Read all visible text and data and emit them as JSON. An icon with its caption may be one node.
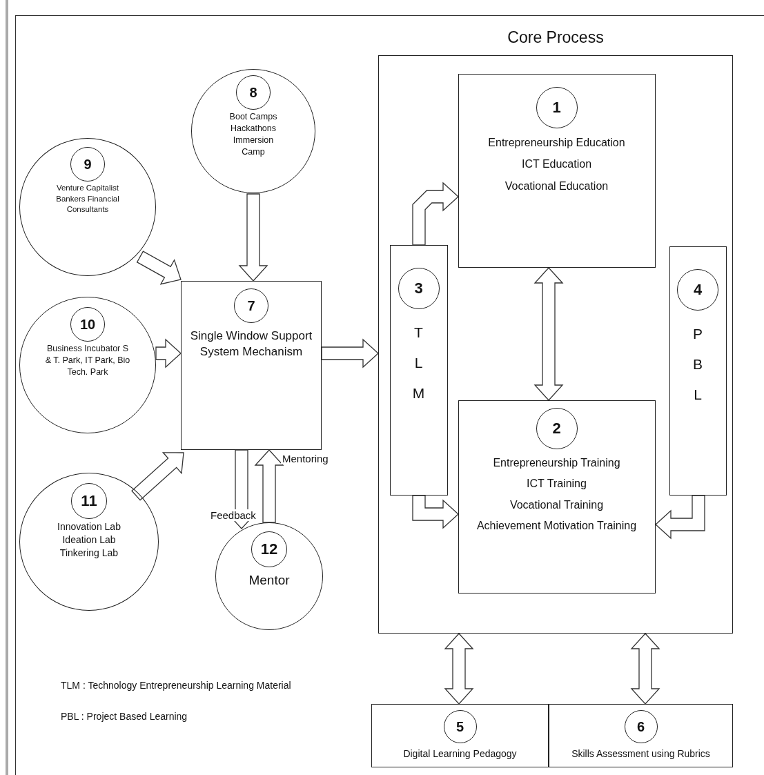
{
  "diagram": {
    "nodes": [
      {
        "text": [
          "Core Process"
        ]
      },
      {
        "text": [
          "1",
          "Entrepreneurship Education",
          "ICT Education",
          "Vocational Education"
        ],
        "in": 0
      },
      {
        "text": [
          "2",
          "Entrepreneurship Training",
          "ICT Training",
          "Vocational Training",
          "Achievement Motivation Training"
        ],
        "in": 0
      },
      {
        "text": [
          "3",
          "T L M"
        ],
        "in": 0
      },
      {
        "text": [
          "4",
          "P B L"
        ],
        "in": 0
      },
      {
        "text": [
          "5",
          "Digital Learning Pedagogy"
        ]
      },
      {
        "text": [
          "6",
          "Skills Assessment using Rubrics"
        ]
      },
      {
        "text": [
          "7",
          "Single Window Support System Mechanism"
        ]
      },
      {
        "text": [
          "8",
          "Boot Camps Hackathons Immersion Camp"
        ]
      },
      {
        "text": [
          "9",
          "Venture Capitalist Bankers Financial Consultants"
        ]
      },
      {
        "text": [
          "10",
          "Business Incubator S & T. Park, IT Park, Bio Tech. Park"
        ]
      },
      {
        "text": [
          "11",
          "Innovation Lab Ideation Lab Tinkering Lab"
        ]
      },
      {
        "text": [
          "12",
          "Mentor"
        ]
      }
    ],
    "edges": [
      {
        "from": 8,
        "to": 7,
        "arrow": "to"
      },
      {
        "from": 9,
        "to": 7,
        "arrow": "to"
      },
      {
        "from": 10,
        "to": 7,
        "arrow": "to"
      },
      {
        "from": 11,
        "to": 7,
        "arrow": "to"
      },
      {
        "from": 7,
        "to": 0,
        "arrow": "to"
      },
      {
        "from": 7,
        "to": 12,
        "arrow": "to",
        "label": "Feedback"
      },
      {
        "from": 12,
        "to": 7,
        "arrow": "to",
        "label": "Mentoring"
      },
      {
        "from": 3,
        "to": 1,
        "arrow": "to"
      },
      {
        "from": 3,
        "to": 2,
        "arrow": "to"
      },
      {
        "from": 4,
        "to": 2,
        "arrow": "to"
      },
      {
        "from": 1,
        "to": 2,
        "arrow": "both"
      },
      {
        "from": 0,
        "to": 5,
        "arrow": "both"
      },
      {
        "from": 0,
        "to": 6,
        "arrow": "both"
      }
    ],
    "labels": [
      "TLM : Technology Entrepreneurship Learning Material",
      "PBL : Project Based Learning"
    ]
  }
}
